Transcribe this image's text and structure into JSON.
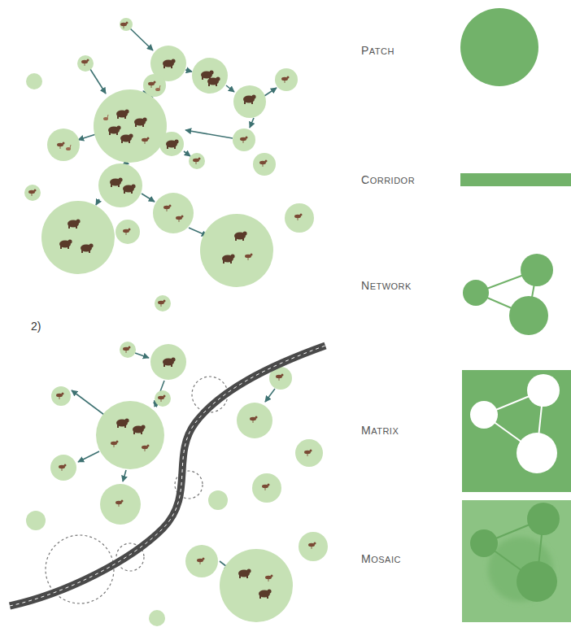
{
  "diagram": {
    "labels": [
      "2)"
    ],
    "legend": [
      {
        "text": "PATCH"
      },
      {
        "text": "CORRIDOR"
      },
      {
        "text": "NETWORK"
      },
      {
        "text": "MATRIX"
      },
      {
        "text": "MOSAIC"
      }
    ]
  }
}
